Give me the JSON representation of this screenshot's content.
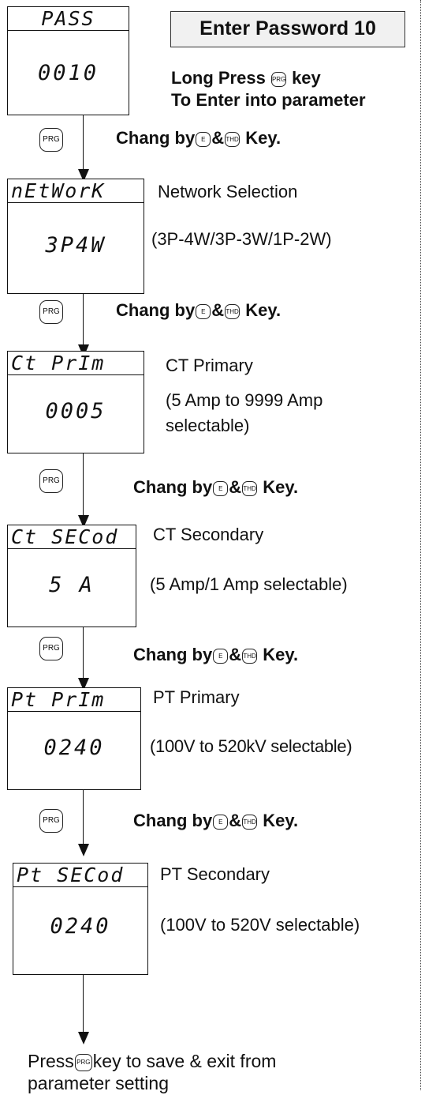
{
  "title_box": "Enter Password 10",
  "long_press": {
    "prefix": "Long Press",
    "key": "PRG",
    "suffix": "key"
  },
  "enter_into": "To Enter into parameter",
  "change_hint": {
    "prefix": "Chang by",
    "key1": "E",
    "amp": "&",
    "key2": "THD",
    "suffix": "Key."
  },
  "steps": [
    {
      "top": "PASS",
      "value": "0010"
    },
    {
      "top": "nEtWorK",
      "value": "3P4W",
      "label": "Network Selection",
      "detail": "(3P-4W/3P-3W/1P-2W)"
    },
    {
      "top": "Ct PrIm",
      "value": "0005",
      "label": "CT Primary",
      "detail": "(5 Amp to 9999 Amp",
      "detail2": "selectable)"
    },
    {
      "top": "Ct SECod",
      "value": "5 A",
      "label": "CT Secondary",
      "detail": "(5 Amp/1 Amp selectable)"
    },
    {
      "top": "Pt PrIm",
      "value": "0240",
      "label": "PT Primary",
      "detail": "(100V to 520kV selectable)"
    },
    {
      "top": "Pt SECod",
      "value": "0240",
      "label": "PT Secondary",
      "detail": "(100V to 520V selectable)"
    }
  ],
  "prg_key": "PRG",
  "footer": {
    "prefix": "Press",
    "key": "PRG",
    "suffix": "key to save & exit from",
    "line2": "parameter setting"
  }
}
